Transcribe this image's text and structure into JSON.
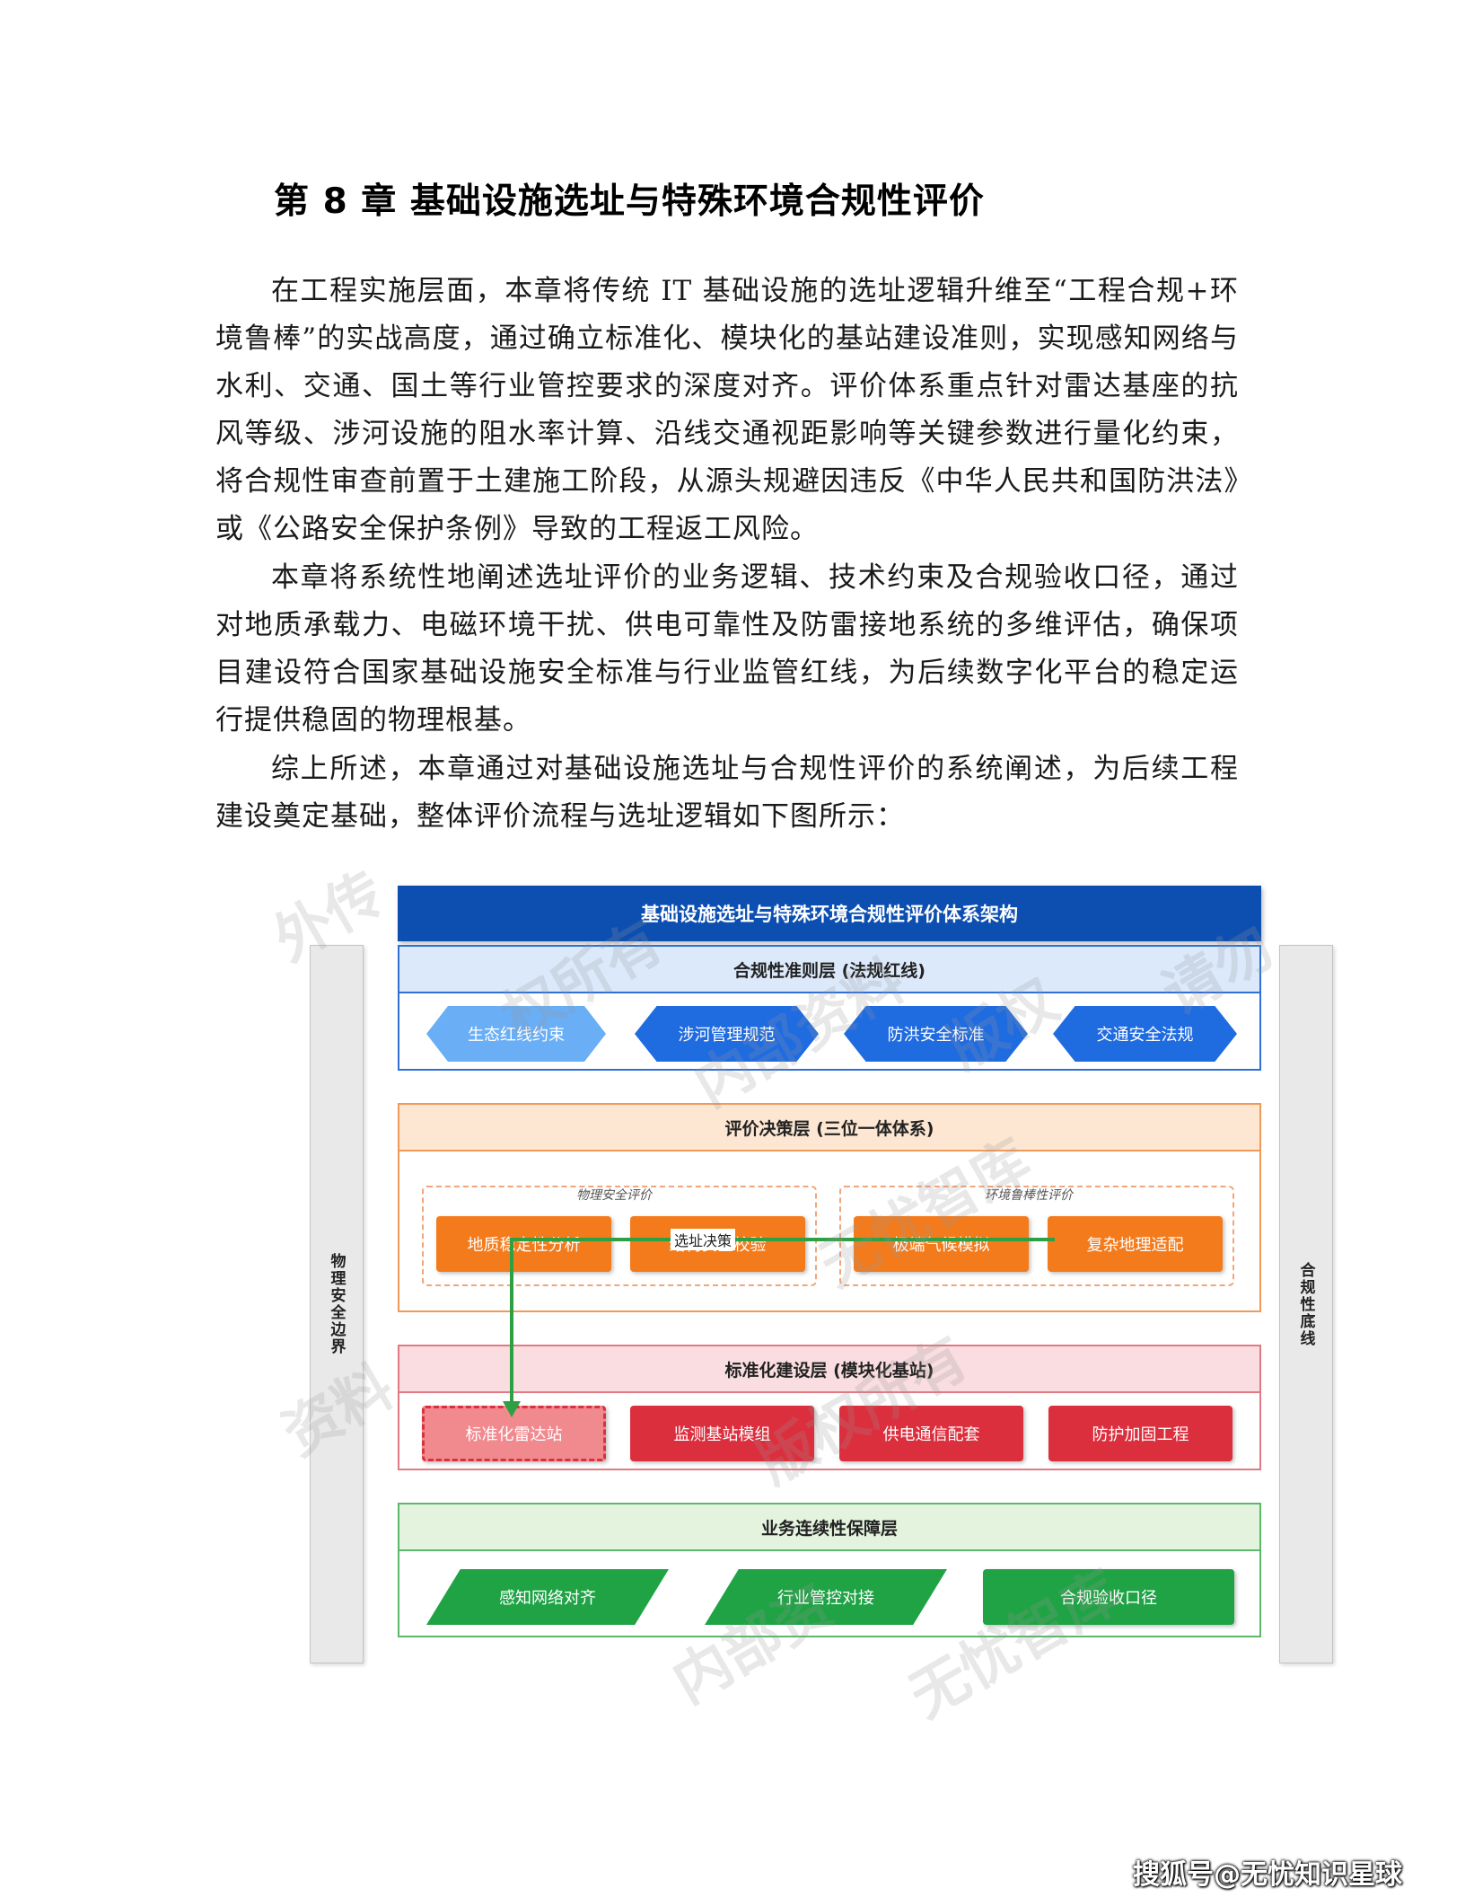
{
  "title": "第 8 章 基础设施选址与特殊环境合规性评价",
  "paragraphs": [
    "在工程实施层面，本章将传统 IT 基础设施的选址逻辑升维至“工程合规+环境鲁棒”的实战高度，通过确立标准化、模块化的基站建设准则，实现感知网络与水利、交通、国土等行业管控要求的深度对齐。评价体系重点针对雷达基座的抗风等级、涉河设施的阻水率计算、沿线交通视距影响等关键参数进行量化约束，将合规性审查前置于土建施工阶段，从源头规避因违反《中华人民共和国防洪法》或《公路安全保护条例》导致的工程返工风险。",
    "本章将系统性地阐述选址评价的业务逻辑、技术约束及合规验收口径，通过对地质承载力、电磁环境干扰、供电可靠性及防雷接地系统的多维评估，确保项目建设符合国家基础设施安全标准与行业监管红线，为后续数字化平台的稳定运行提供稳固的物理根基。",
    "综上所述，本章通过对基础设施选址与合规性评价的系统阐述，为后续工程建设奠定基础，整体评价流程与选址逻辑如下图所示："
  ],
  "diagram": {
    "header": "基础设施选址与特殊环境合规性评价体系架构",
    "left_bar": "物理安全边界",
    "right_bar": "合规性底线",
    "layer1": {
      "title": "合规性准则层 (法规红线)",
      "items": [
        "生态红线约束",
        "涉河管理规范",
        "防洪安全标准",
        "交通安全法规"
      ],
      "colors": {
        "header": "#dce9fb",
        "border": "#2f6fd6",
        "item": "#1f6be0",
        "item_active": "#6aaef5"
      }
    },
    "layer2": {
      "title": "评价决策层 (三位一体体系)",
      "group1": {
        "label": "物理安全评价",
        "items": [
          "地质稳定性分析",
          "结构安全校验"
        ]
      },
      "group2": {
        "label": "环境鲁棒性评价",
        "items": [
          "极端气候模拟",
          "复杂地理适配"
        ]
      },
      "flow_label": "选址决策",
      "colors": {
        "header": "#fde7d2",
        "border": "#f09a5a",
        "item": "#f47b1c"
      }
    },
    "layer3": {
      "title": "标准化建设层 (模块化基站)",
      "items": [
        "标准化雷达站",
        "监测基站模组",
        "供电通信配套",
        "防护加固工程"
      ],
      "colors": {
        "header": "#f9dde0",
        "border": "#e07a85",
        "item": "#dc2f3e",
        "item_active": "#f08a8f"
      }
    },
    "layer4": {
      "title": "业务连续性保障层",
      "items": [
        "感知网络对齐",
        "行业管控对接",
        "合规验收口径"
      ],
      "colors": {
        "header": "#e3f3de",
        "border": "#5cb86a",
        "item": "#1fa345"
      }
    },
    "watermarks": [
      "外传",
      "权所有",
      "请勿",
      "内部资料",
      "版权",
      "无忧智库",
      "资料",
      "版权所有",
      "内部资",
      "无忧智库"
    ]
  },
  "footer_watermark": "搜狐号@无忧知识星球"
}
